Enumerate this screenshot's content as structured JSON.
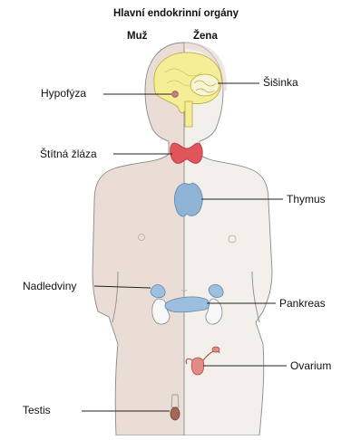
{
  "diagram": {
    "title": "Hlavní endokrinní orgány",
    "sides": {
      "left": "Muž",
      "right": "Žena"
    },
    "labels": {
      "hypofyza": "Hypofýza",
      "sisinka": "Šišinka",
      "stitna_zlaza": "Štítná žláza",
      "thymus": "Thymus",
      "nadledviny": "Nadledviny",
      "pankreas": "Pankreas",
      "ovarium": "Ovarium",
      "testis": "Testis"
    },
    "colors": {
      "male_skin": "#e9ddd5",
      "female_skin": "#f3f0ec",
      "outline": "#8a8a8a",
      "brain": "#f6ee96",
      "thyroid": "#e0545a",
      "thymus": "#8fb4d6",
      "adrenal": "#9ec0de",
      "kidney": "#f8f8fa",
      "pancreas": "#9dbfdd",
      "ovary": "#e48a84",
      "testis": "#a2695a",
      "pituitary": "#c8807c",
      "line": "#222222"
    }
  }
}
